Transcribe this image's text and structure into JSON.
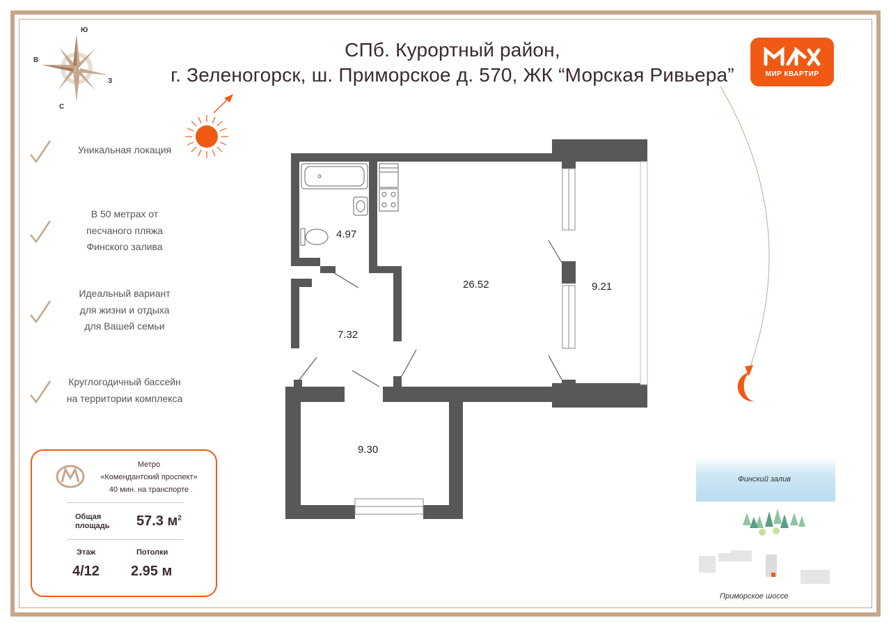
{
  "header": {
    "line1": "СПб. Курортный район,",
    "line2": "г. Зеленогорск, ш. Приморское д. 570, ЖК “Морская Ривьера”"
  },
  "brand": {
    "name": "МИР КВАРТИР",
    "color": "#f05a14"
  },
  "compass": {
    "south": "Ю",
    "west": "В",
    "east": "З",
    "north": "С"
  },
  "features": [
    {
      "text": "Уникальная локация"
    },
    {
      "line1": "В 50 метрах от",
      "line2": "песчаного пляжа",
      "line3": "Финского залива"
    },
    {
      "line1": "Идеальный вариант",
      "line2": "для жизни и отдыха",
      "line3": "для Вашей семьи"
    },
    {
      "line1": "Круглогодичный бассейн",
      "line2": "на территории комплекса"
    }
  ],
  "info": {
    "metro_label": "Метро",
    "metro_station": "«Комендантский проспект»",
    "metro_time": "40 мин. на транспорте",
    "area_label1": "Общая",
    "area_label2": "площадь",
    "area_value": "57.3 м",
    "area_sup": "2",
    "floor_label": "Этаж",
    "floor_value": "4/12",
    "ceiling_label": "Потолки",
    "ceiling_value": "2.95 м"
  },
  "rooms": {
    "bathroom": "4.97",
    "living": "26.52",
    "balcony": "9.21",
    "hall": "7.32",
    "bedroom": "9.30"
  },
  "map": {
    "gulf": "Финский залив",
    "road": "Приморское шоссе"
  },
  "colors": {
    "accent": "#f05a14",
    "frame": "#c7a68c",
    "wall": "#58585b"
  }
}
